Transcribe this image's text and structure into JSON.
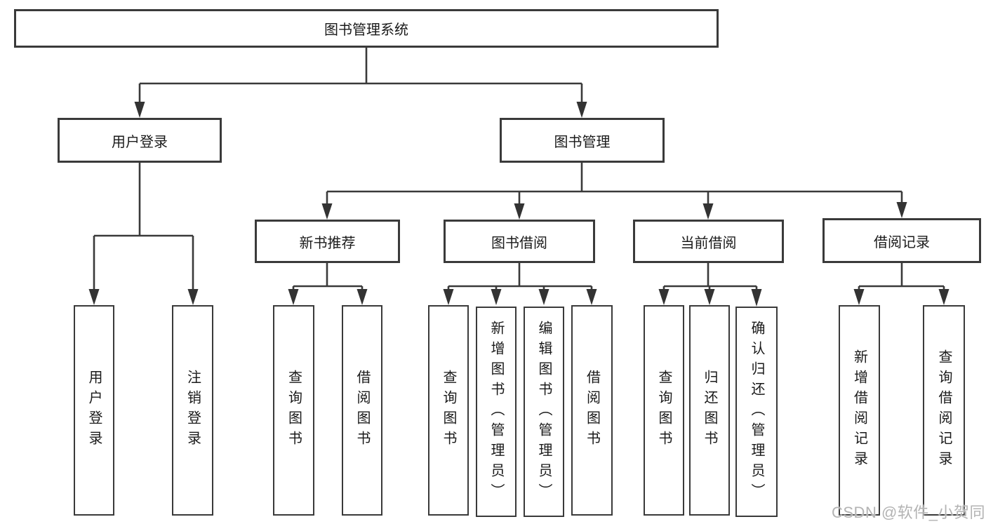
{
  "diagram": {
    "title": "图书管理系统",
    "root": {
      "label": "图书管理系统"
    },
    "level2": [
      {
        "id": "user-login",
        "label": "用户登录"
      },
      {
        "id": "book-mgmt",
        "label": "图书管理"
      }
    ],
    "level3": [
      {
        "id": "new-book-rec",
        "label": "新书推荐",
        "parent": "book-mgmt"
      },
      {
        "id": "book-borrow",
        "label": "图书借阅",
        "parent": "book-mgmt"
      },
      {
        "id": "current-borrow",
        "label": "当前借阅",
        "parent": "book-mgmt"
      },
      {
        "id": "borrow-records",
        "label": "借阅记录",
        "parent": "book-mgmt"
      }
    ],
    "leaves": [
      {
        "id": "leaf-user-login",
        "label": "用户登录",
        "parent": "user-login"
      },
      {
        "id": "leaf-logout",
        "label": "注销登录",
        "parent": "user-login"
      },
      {
        "id": "leaf-query-book-1",
        "label": "查询图书",
        "parent": "new-book-rec"
      },
      {
        "id": "leaf-borrow-book-1",
        "label": "借阅图书",
        "parent": "new-book-rec"
      },
      {
        "id": "leaf-query-book-2",
        "label": "查询图书",
        "parent": "book-borrow"
      },
      {
        "id": "leaf-add-book",
        "label": "新增图书（管理员）",
        "parent": "book-borrow"
      },
      {
        "id": "leaf-edit-book",
        "label": "编辑图书（管理员）",
        "parent": "book-borrow"
      },
      {
        "id": "leaf-borrow-book-2",
        "label": "借阅图书",
        "parent": "book-borrow"
      },
      {
        "id": "leaf-query-book-3",
        "label": "查询图书",
        "parent": "current-borrow"
      },
      {
        "id": "leaf-return-book",
        "label": "归还图书",
        "parent": "current-borrow"
      },
      {
        "id": "leaf-confirm-return",
        "label": "确认归还（管理员）",
        "parent": "current-borrow"
      },
      {
        "id": "leaf-add-borrow-record",
        "label": "新增借阅记录",
        "parent": "borrow-records"
      },
      {
        "id": "leaf-query-borrow-record",
        "label": "查询借阅记录",
        "parent": "borrow-records"
      }
    ]
  },
  "watermark": {
    "text": "CSDN @软件_小贺同学"
  },
  "colors": {
    "line": "#3a3a3a",
    "box_border": "#3a3a3a",
    "text": "#1a1a1a",
    "watermark": "#b3b3b3",
    "background": "#ffffff"
  }
}
